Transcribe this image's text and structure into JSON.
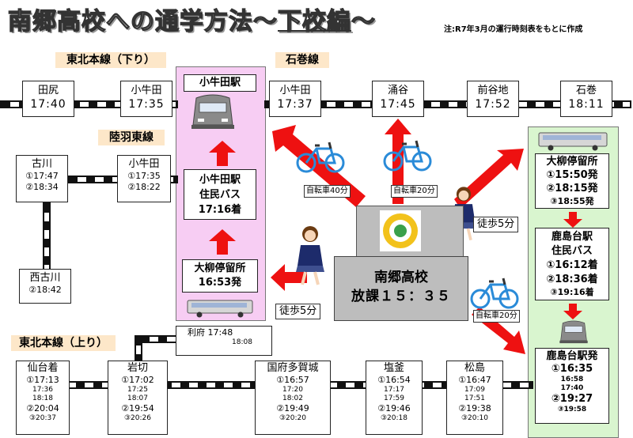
{
  "title_main": "南郷高校への通学方法～",
  "title_sub": "下校編",
  "title_tail": "～",
  "note": "注:R7年3月の運行時刻表をもとに作成",
  "lines": {
    "tohoku_down": "東北本線（下り）",
    "ishinomaki": "石巻線",
    "rikuu": "陸羽東線",
    "tohoku_up": "東北本線（上り）"
  },
  "top_row": [
    {
      "name": "田尻",
      "time": "17:40"
    },
    {
      "name": "小牛田",
      "time": "17:35"
    },
    {
      "name": "小牛田",
      "time": "17:37"
    },
    {
      "name": "涌谷",
      "time": "17:45"
    },
    {
      "name": "前谷地",
      "time": "17:52"
    },
    {
      "name": "石巻",
      "time": "18:11"
    }
  ],
  "rikuu_row": [
    {
      "name": "古川",
      "lines": [
        "①17:47",
        "②18:34"
      ]
    },
    {
      "name": "小牛田",
      "lines": [
        "①17:35",
        "②18:22"
      ]
    },
    {
      "name": "西古川",
      "lines": [
        "②18:42"
      ]
    }
  ],
  "kogota_panel": {
    "station": "小牛田駅",
    "bus_lines": [
      "小牛田駅",
      "住民バス",
      "17:16着"
    ],
    "stop_lines": [
      "大柳停留所",
      "16:53発"
    ]
  },
  "school": {
    "name": "南郷高校",
    "dismissal": "放課１５：３５"
  },
  "bike_labels": [
    "自転車40分",
    "自転車20分",
    "自転車20分"
  ],
  "walk_labels": [
    "徒歩5分",
    "徒歩5分"
  ],
  "right_panel": {
    "ooyanagi": [
      "大柳停留所",
      "①15:50発",
      "②18:15発",
      "③18:55発"
    ],
    "kashimadai_bus": [
      "鹿島台駅",
      "住民バス",
      "①16:12着",
      "②18:36着",
      "③19:16着"
    ],
    "kashimadai_dep": [
      "鹿島台駅発",
      "①16:35",
      "16:58",
      "17:40",
      "②19:27",
      "③19:58"
    ]
  },
  "rifu": {
    "name": "利府",
    "t1": "17:48",
    "t2": "18:08"
  },
  "bottom_row": [
    {
      "name": "仙台着",
      "lines": [
        "①17:13",
        "17:36",
        "18:18",
        "②20:04",
        "③20:37"
      ]
    },
    {
      "name": "岩切",
      "lines": [
        "①17:02",
        "17:25",
        "18:07",
        "②19:54",
        "③20:26"
      ]
    },
    {
      "name": "国府多賀城",
      "lines": [
        "①16:57",
        "17:20",
        "18:02",
        "②19:49",
        "③20:20"
      ]
    },
    {
      "name": "塩釜",
      "lines": [
        "①16:54",
        "17:17",
        "17:59",
        "②19:46",
        "③20:18"
      ]
    },
    {
      "name": "松島",
      "lines": [
        "①16:47",
        "17:09",
        "17:51",
        "②19:38",
        "③20:10"
      ]
    }
  ],
  "colors": {
    "pink": "#f7cdf3",
    "green": "#d9f5cf",
    "red": "#ee1111",
    "label_bg": "#fde7c9",
    "school_gray": "#bdbdbd"
  }
}
